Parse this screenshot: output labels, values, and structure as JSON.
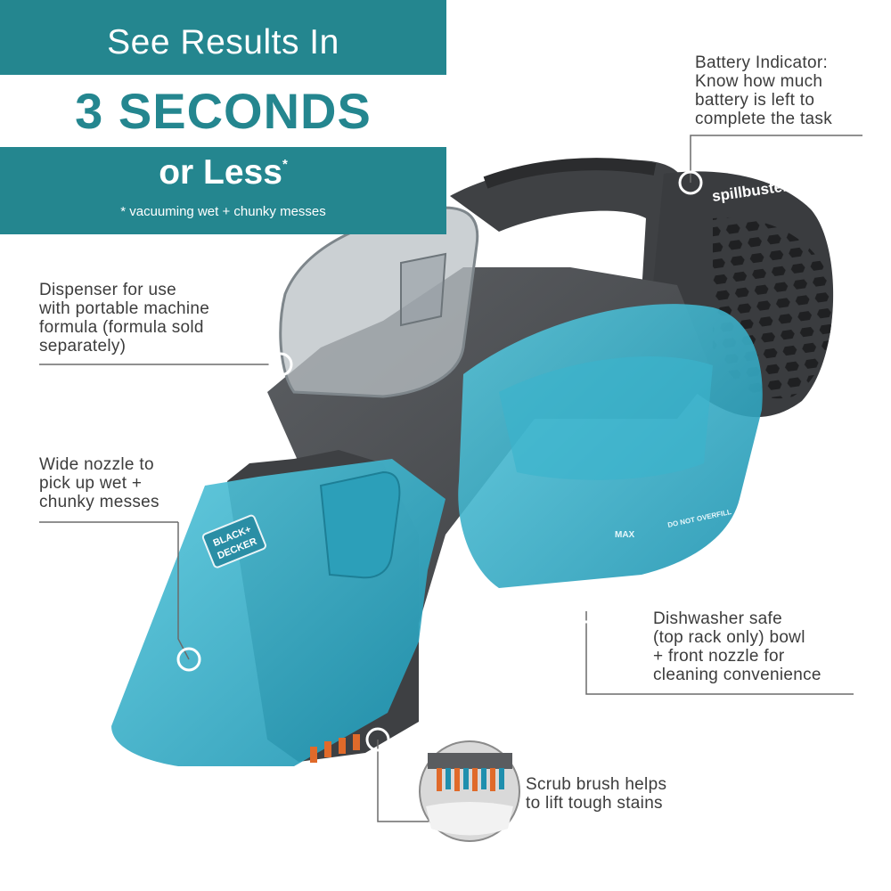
{
  "banner": {
    "line1": "See Results In",
    "line2": "3 SECONDS",
    "line3": "or Less",
    "asterisk": "*",
    "note": "* vacuuming wet + chunky messes"
  },
  "callouts": {
    "battery": [
      "Battery Indicator:",
      "Know how much",
      "battery is left to",
      "complete the task"
    ],
    "dispenser": [
      "Dispenser for use",
      "with portable machine",
      "formula (formula sold",
      "separately)"
    ],
    "nozzle": [
      "Wide nozzle to",
      "pick up wet +",
      "chunky messes"
    ],
    "dishwasher": [
      "Dishwasher safe",
      "(top rack only) bowl",
      "+ front nozzle for",
      "cleaning convenience"
    ],
    "scrub": [
      "Scrub brush helps",
      "to lift tough stains"
    ]
  },
  "product": {
    "brand_logo": [
      "BLACK+",
      "DECKER"
    ],
    "model_name": "spillbuster",
    "max_mark": "MAX",
    "overfill_warning": "DO NOT OVERFILL"
  },
  "colors": {
    "teal_banner": "#24868f",
    "body_teal": "#2aa7c2",
    "body_gray": "#4b4d50",
    "text": "#3c3c3c"
  }
}
